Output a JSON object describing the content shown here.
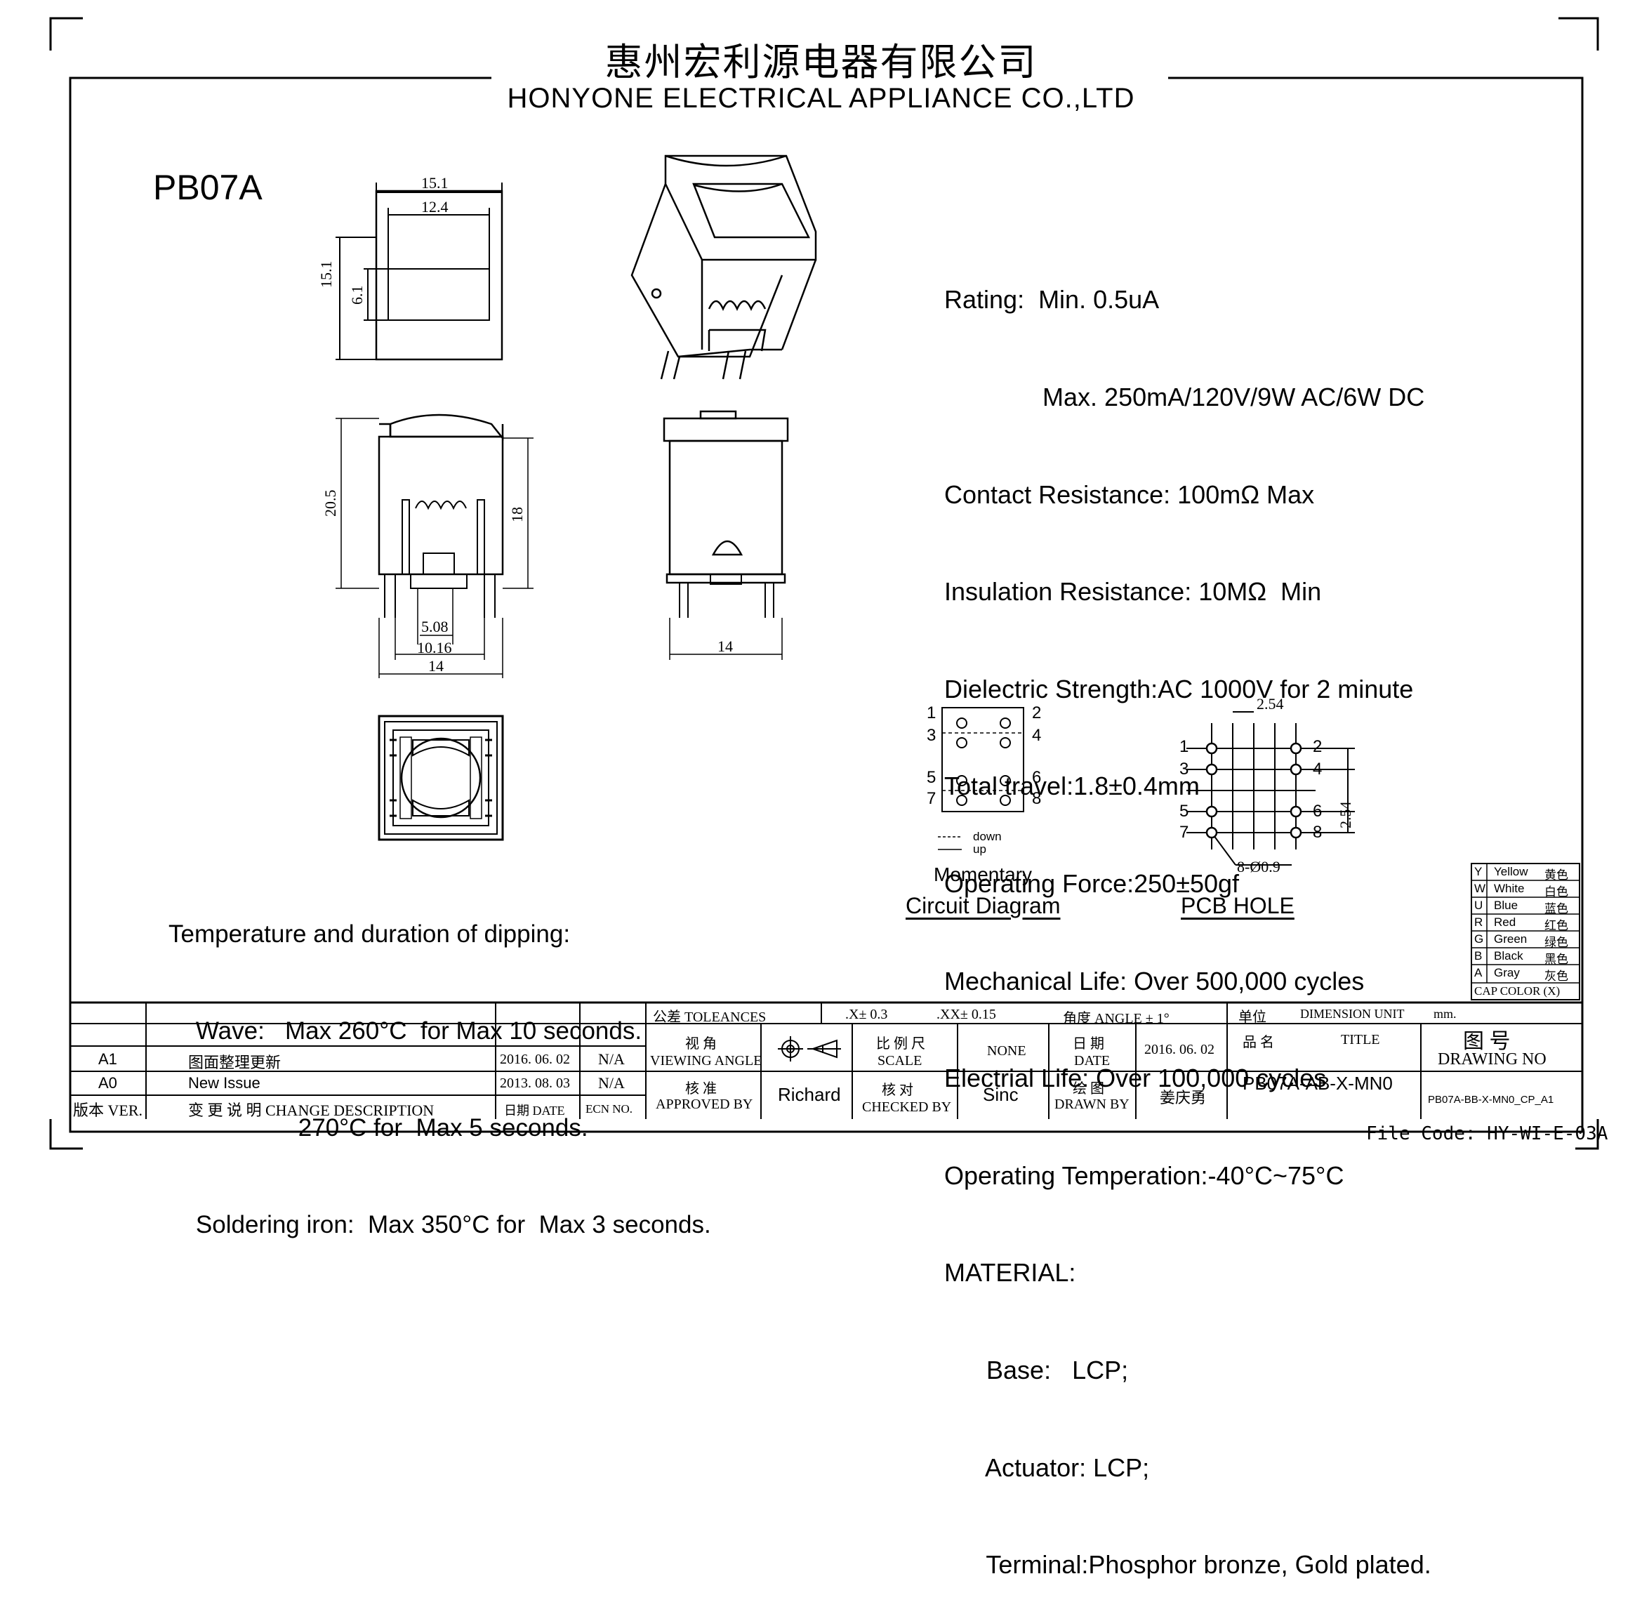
{
  "header": {
    "company_cn": "惠州宏利源电器有限公司",
    "company_en": "HONYONE  ELECTRICAL APPLIANCE  CO.,LTD"
  },
  "part_number": "PB07A",
  "specs": [
    "Rating:  Min. 0.5uA",
    "              Max. 250mA/120V/9W AC/6W DC",
    "Contact Resistance: 100mΩ Max",
    "Insulation Resistance: 10MΩ  Min",
    "Dielectric Strength:AC 1000V for 2 minute",
    "Total travel:1.8±0.4mm",
    "Operating Force:250±50gf",
    "Mechanical Life: Over 500,000 cycles",
    "Electrial Life: Over 100,000 cycles",
    "Operating Temperation:-40°C~75°C",
    "MATERIAL:",
    "      Base:   LCP;",
    "      Actuator: LCP;",
    "      Terminal:Phosphor bronze, Gold plated."
  ],
  "dipping": [
    "Temperature and duration of dipping:",
    "    Wave:   Max 260°C  for Max 10 seconds.",
    "                   270°C for  Max 5 seconds.",
    "    Soldering iron:  Max 350°C for  Max 3 seconds."
  ],
  "dimensions": {
    "top_w_outer": "15.1",
    "top_w_inner": "12.4",
    "top_h_outer": "15.1",
    "top_h_inner": "6.1",
    "front_h": "20.5",
    "front_h2": "18",
    "pin_pitch1": "5.08",
    "pin_pitch2": "10.16",
    "front_w": "14",
    "side_w": "14"
  },
  "circuit": {
    "pins": [
      "1",
      "2",
      "3",
      "4",
      "5",
      "6",
      "7",
      "8"
    ],
    "legend_down": "down",
    "legend_up": "up",
    "type": "Momentary",
    "caption": "Circuit Diagram"
  },
  "pcb": {
    "pitch_h": "2.54",
    "pitch_v": "2.54",
    "hole": "8-Ø0.9",
    "caption": "PCB HOLE"
  },
  "cap_colors": {
    "rows": [
      {
        "code": "Y",
        "en": "Yellow",
        "cn": "黄色"
      },
      {
        "code": "W",
        "en": "White",
        "cn": "白色"
      },
      {
        "code": "U",
        "en": "Blue",
        "cn": "蓝色"
      },
      {
        "code": "R",
        "en": "Red",
        "cn": "红色"
      },
      {
        "code": "G",
        "en": "Green",
        "cn": "绿色"
      },
      {
        "code": "B",
        "en": "Black",
        "cn": "黑色"
      },
      {
        "code": "A",
        "en": "Gray",
        "cn": "灰色"
      }
    ],
    "title": "CAP COLOR (X)"
  },
  "title_block": {
    "tolerances_label": "公差 TOLEANCES",
    "tol_x": ".X± 0.3",
    "tol_xx": ".XX± 0.15",
    "tol_angle": "角度 ANGLE ± 1°",
    "unit_label": "单位",
    "unit_en": "DIMENSION UNIT",
    "unit_value": "mm.",
    "drawing_no_cn": "图  号",
    "drawing_no_en": "DRAWING NO",
    "viewing_cn": "视  角",
    "viewing_en": "VIEWING ANGLE",
    "scale_cn": "比 例 尺",
    "scale_en": "SCALE",
    "scale_value": "NONE",
    "date_cn": "日  期",
    "date_en": "DATE",
    "date_value": "2016. 06. 02",
    "name_cn": "品  名",
    "name_en": "TITLE",
    "title_value": "PB07A-AB-X-MN0",
    "drawing_no_value": "PB07A-BB-X-MN0_CP_A1",
    "approved_cn": "核  准",
    "approved_en": "APPROVED BY",
    "approved_value": "Richard",
    "checked_cn": "核  对",
    "checked_en": "CHECKED BY",
    "checked_value": "Sinc",
    "drawn_cn": "绘  图",
    "drawn_en": "DRAWN BY",
    "drawn_value": "姜庆勇",
    "revisions": [
      {
        "ver": "A1",
        "desc": "图面整理更新",
        "date": "2016. 06. 02",
        "ecn": "N/A"
      },
      {
        "ver": "A0",
        "desc": "New Issue",
        "date": "2013. 08. 03",
        "ecn": "N/A"
      }
    ],
    "hdr_ver": "版本 VER.",
    "hdr_desc": "变 更 说 明  CHANGE DESCRIPTION",
    "hdr_date": "日期 DATE",
    "hdr_ecn": "ECN NO."
  },
  "file_code": "File Code: HY-WI-E-03A"
}
